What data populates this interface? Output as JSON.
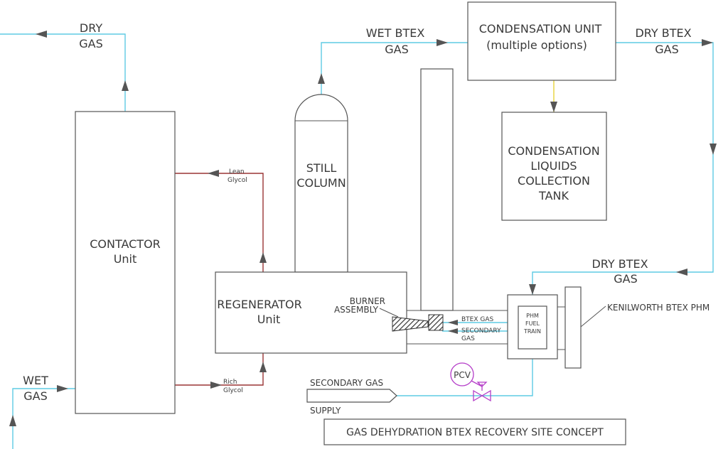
{
  "labels": {
    "dry_gas_1": "DRY",
    "dry_gas_2": "GAS",
    "wet_btex_1": "WET BTEX",
    "wet_btex_2": "GAS",
    "condensation_unit_1": "CONDENSATION UNIT",
    "condensation_unit_2": "(multiple options)",
    "dry_btex_top_1": "DRY BTEX",
    "dry_btex_top_2": "GAS",
    "tank_1": "CONDENSATION",
    "tank_2": "LIQUIDS",
    "tank_3": "COLLECTION",
    "tank_4": "TANK",
    "still_1": "STILL",
    "still_2": "COLUMN",
    "lean_1": "Lean",
    "lean_2": "Glycol",
    "contactor_1": "CONTACTOR",
    "contactor_2": "Unit",
    "dry_btex_mid_1": "DRY BTEX",
    "dry_btex_mid_2": "GAS",
    "regen_1": "REGENERATOR",
    "regen_2": "Unit",
    "burner_1": "BURNER",
    "burner_2": "ASSEMBLY",
    "btex_gas": "BTEX GAS",
    "secondary_1": "SECONDARY",
    "secondary_2": "GAS",
    "phm_1": "PHM",
    "phm_2": "FUEL",
    "phm_3": "TRAIN",
    "kenilworth": "KENILWORTH BTEX PHM",
    "wet_gas_1": "WET",
    "wet_gas_2": "GAS",
    "rich_1": "Rich",
    "rich_2": "Glycol",
    "pcv": "PCV",
    "secondary_supply_1": "SECONDARY GAS",
    "secondary_supply_2": "SUPPLY",
    "title": "GAS DEHYDRATION BTEX RECOVERY SITE CONCEPT"
  },
  "colors": {
    "gas_line": "#5ecbe3",
    "glycol_line": "#9a3535",
    "liquid_line": "#e6d23a",
    "pcv_valve": "#b43cc8"
  }
}
